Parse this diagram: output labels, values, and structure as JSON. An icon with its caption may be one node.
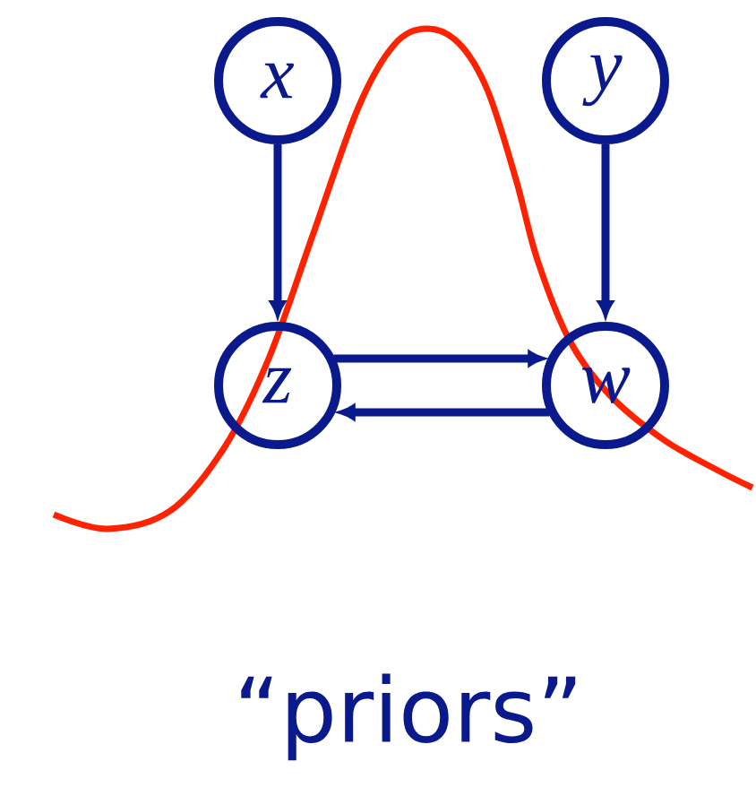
{
  "diagram": {
    "caption": "“priors”",
    "nodes": [
      {
        "text": [
          "x"
        ]
      },
      {
        "text": [
          "y"
        ]
      },
      {
        "text": [
          "z"
        ]
      },
      {
        "text": [
          "w"
        ]
      }
    ],
    "edges": [
      {
        "from": 0,
        "to": 2,
        "arrow": "to"
      },
      {
        "from": 1,
        "to": 3,
        "arrow": "to"
      },
      {
        "from": 2,
        "to": 3,
        "arrow": "to"
      },
      {
        "from": 3,
        "to": 2,
        "arrow": "to"
      }
    ]
  }
}
